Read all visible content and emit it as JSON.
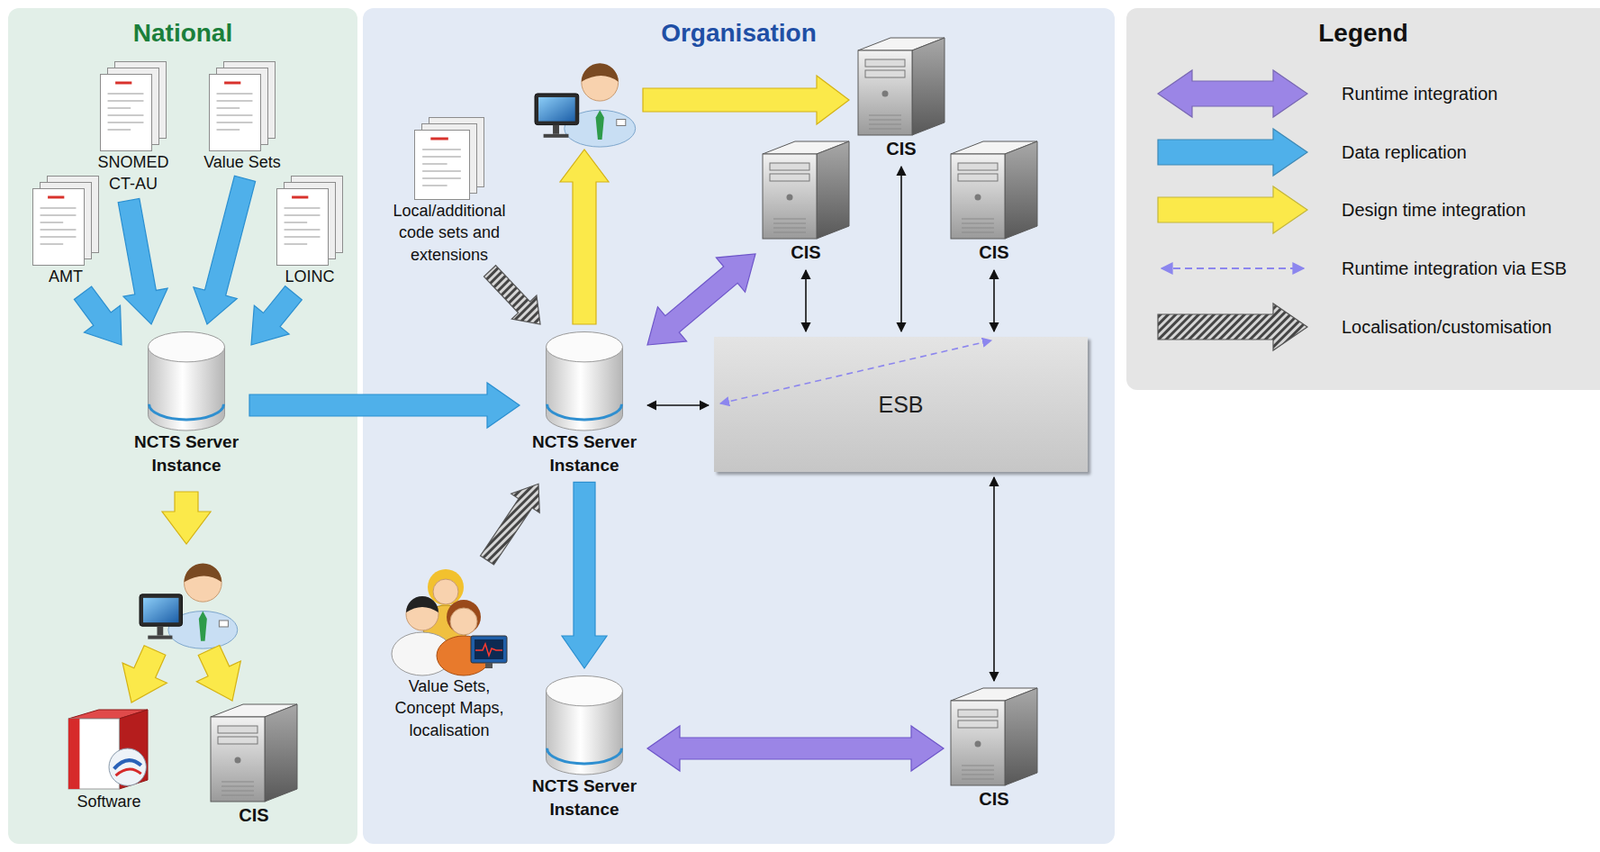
{
  "diagram": {
    "nodes": [
      {
        "text": [
          "National"
        ]
      },
      {
        "text": [
          "SNOMED CT-AU"
        ],
        "in": 0
      },
      {
        "text": [
          "Value Sets"
        ],
        "in": 0
      },
      {
        "text": [
          "AMT"
        ],
        "in": 0
      },
      {
        "text": [
          "LOINC"
        ],
        "in": 0
      },
      {
        "text": [
          "NCTS Server Instance"
        ],
        "in": 0
      },
      {
        "text": [
          "Software"
        ],
        "in": 0
      },
      {
        "text": [
          "CIS"
        ],
        "in": 0
      },
      {
        "text": [
          "Organisation"
        ]
      },
      {
        "text": [
          "Local/additional code sets and extensions"
        ],
        "in": 8
      },
      {
        "text": [
          "CIS"
        ],
        "in": 8
      },
      {
        "text": [
          "CIS"
        ],
        "in": 8
      },
      {
        "text": [
          "CIS"
        ],
        "in": 8
      },
      {
        "text": [
          "NCTS Server Instance"
        ],
        "in": 8
      },
      {
        "text": [
          "ESB"
        ],
        "in": 8
      },
      {
        "text": [
          "Value Sets, Concept Maps, localisation"
        ],
        "in": 8
      },
      {
        "text": [
          "NCTS Server Instance"
        ],
        "in": 8
      },
      {
        "text": [
          "CIS"
        ],
        "in": 8
      },
      {
        "text": [
          "Legend"
        ]
      }
    ],
    "edges": [
      {
        "from": 1,
        "to": 5,
        "arrow": "to"
      },
      {
        "from": 2,
        "to": 5,
        "arrow": "to"
      },
      {
        "from": 3,
        "to": 5,
        "arrow": "to"
      },
      {
        "from": 4,
        "to": 5,
        "arrow": "to"
      },
      {
        "from": 5,
        "to": 13,
        "arrow": "to"
      },
      {
        "from": 9,
        "to": 13,
        "arrow": "to"
      },
      {
        "from": 15,
        "to": 13,
        "arrow": "to"
      },
      {
        "from": 13,
        "to": 16,
        "arrow": "to"
      },
      {
        "from": 13,
        "to": 11,
        "arrow": "both"
      },
      {
        "from": 16,
        "to": 17,
        "arrow": "both"
      },
      {
        "from": 13,
        "to": 14,
        "arrow": "both"
      },
      {
        "from": 11,
        "to": 14,
        "arrow": "both"
      },
      {
        "from": 10,
        "to": 14,
        "arrow": "both"
      },
      {
        "from": 12,
        "to": 14,
        "arrow": "both"
      },
      {
        "from": 17,
        "to": 14,
        "arrow": "both"
      }
    ],
    "legend": [
      {
        "text": "Runtime integration",
        "color": "#9b85e6"
      },
      {
        "text": "Data replication",
        "color": "#4fb0ea"
      },
      {
        "text": "Design time integration",
        "color": "#fbe94a"
      },
      {
        "text": "Runtime integration via ESB"
      },
      {
        "text": "Localisation/customisation"
      }
    ]
  }
}
